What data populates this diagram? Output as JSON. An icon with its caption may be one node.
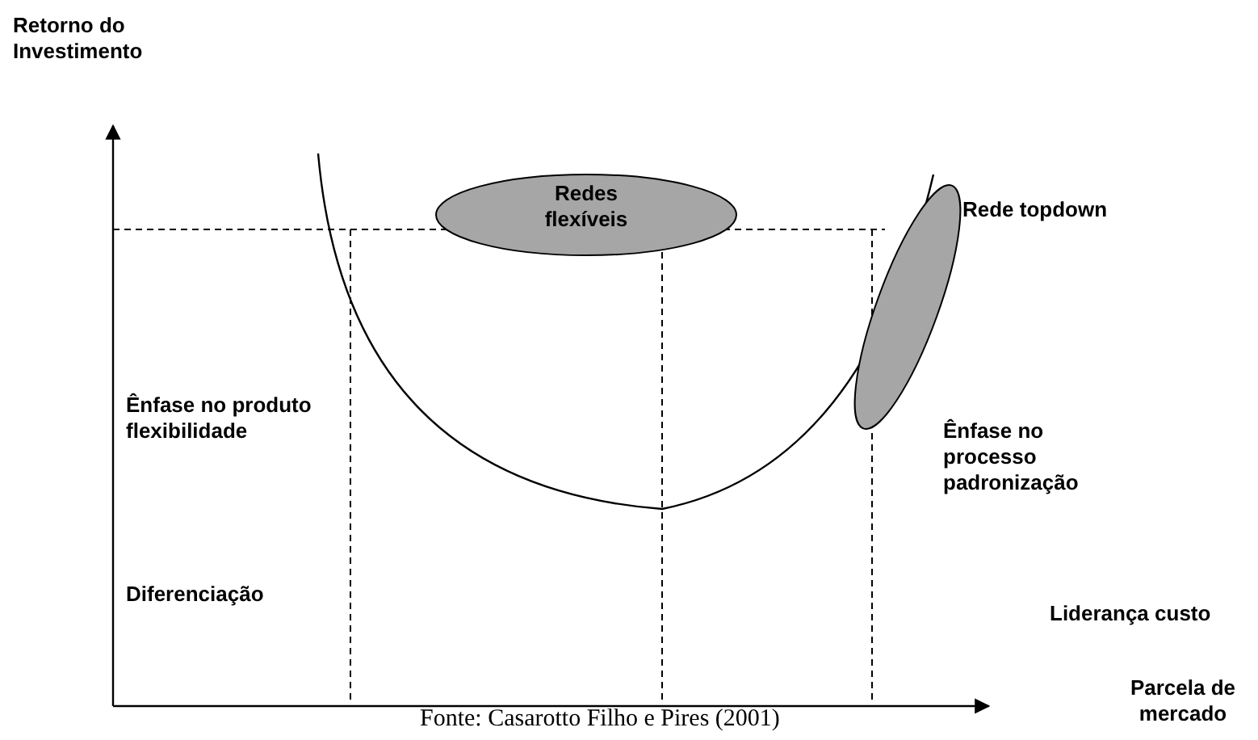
{
  "diagram": {
    "caption": "Fonte: Casarotto Filho e Pires (2001)",
    "nodes": [
      {
        "text": [
          "Redes flexíveis"
        ]
      },
      {
        "text": [
          "Rede topdown"
        ]
      }
    ],
    "edges": [],
    "labels": [
      "Retorno do Investimento",
      "Ênfase no produto flexibilidade",
      "Diferenciação",
      "Ênfase no processo padronização",
      "Liderança custo",
      "Parcela de mercado"
    ]
  }
}
